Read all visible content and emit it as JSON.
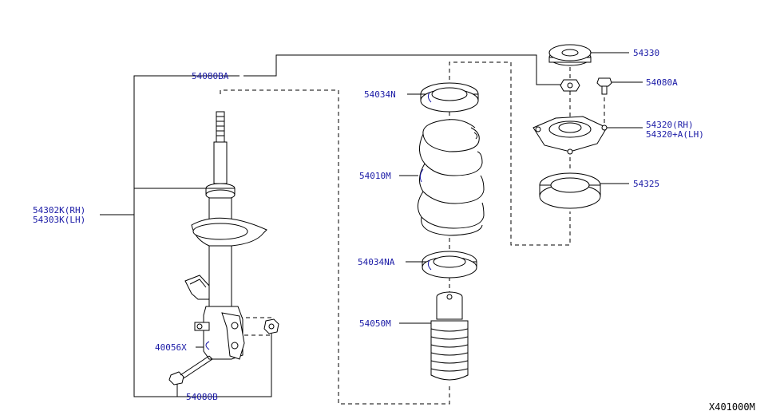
{
  "colors": {
    "label": "#1a1aa6",
    "line": "#000000",
    "background": "#ffffff"
  },
  "labels": {
    "p54330": "54330",
    "p54080A": "54080A",
    "p54080BA": "54080BA",
    "p54034N": "54034N",
    "p54320_rh": "54320(RH)",
    "p54320_lh": "54320+A(LH)",
    "p54010M": "54010M",
    "p54325": "54325",
    "p54302K_rh": "54302K(RH)",
    "p54303K_lh": "54303K(LH)",
    "p54034NA": "54034NA",
    "p54050M": "54050M",
    "p40056X": "40056X",
    "p54080B": "54080B"
  },
  "diagram_ref": "X401000M"
}
